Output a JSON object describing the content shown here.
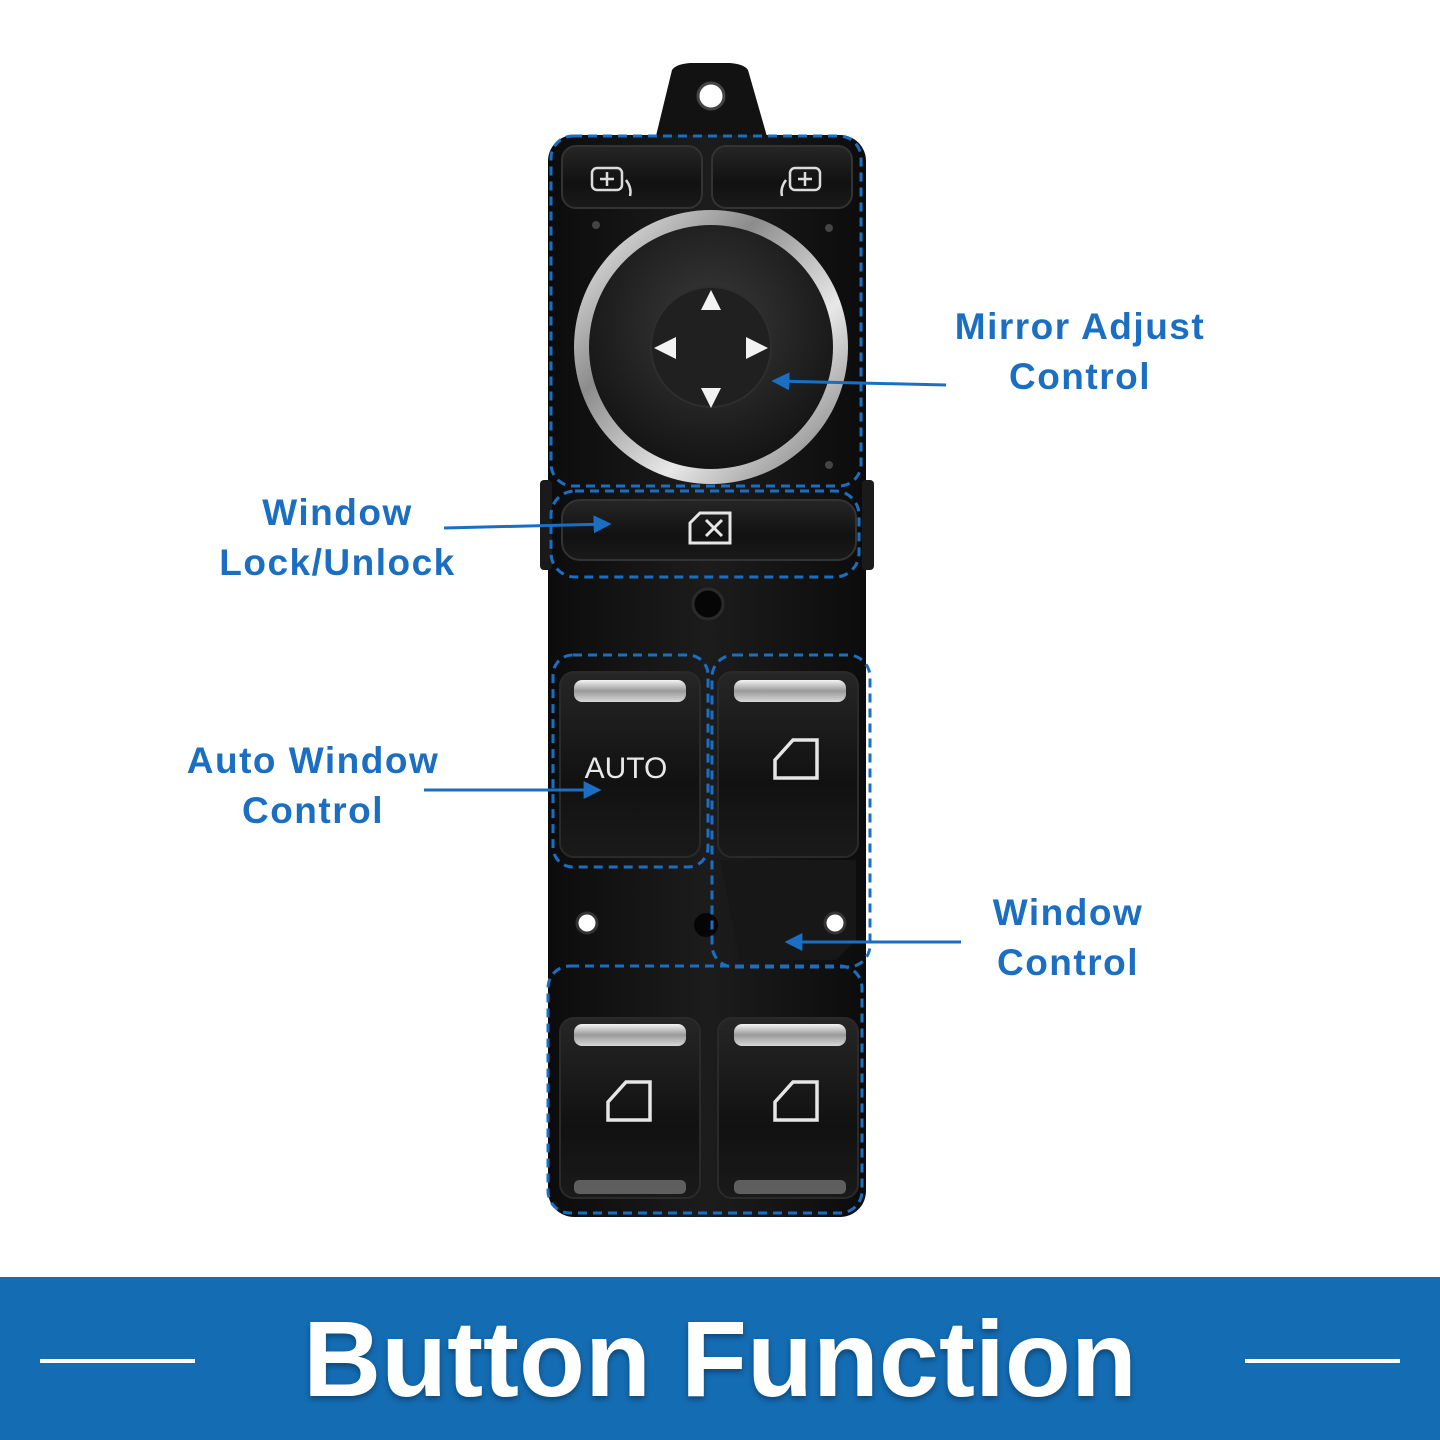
{
  "callouts": {
    "mirror": {
      "line1": "Mirror Adjust",
      "line2": "Control"
    },
    "lock": {
      "line1": "Window",
      "line2": "Lock/Unlock"
    },
    "auto": {
      "line1": "Auto Window",
      "line2": "Control"
    },
    "window": {
      "line1": "Window",
      "line2": "Control"
    }
  },
  "switch_labels": {
    "auto_button": "AUTO"
  },
  "banner": {
    "title": "Button Function"
  },
  "colors": {
    "accent": "#1b6fc2",
    "banner": "#146cb3",
    "panel": "#141414"
  },
  "icons": [
    "mirror-select-icon",
    "arrow-up-icon",
    "arrow-down-icon",
    "arrow-left-icon",
    "arrow-right-icon",
    "window-lock-icon",
    "window-door-icon"
  ]
}
